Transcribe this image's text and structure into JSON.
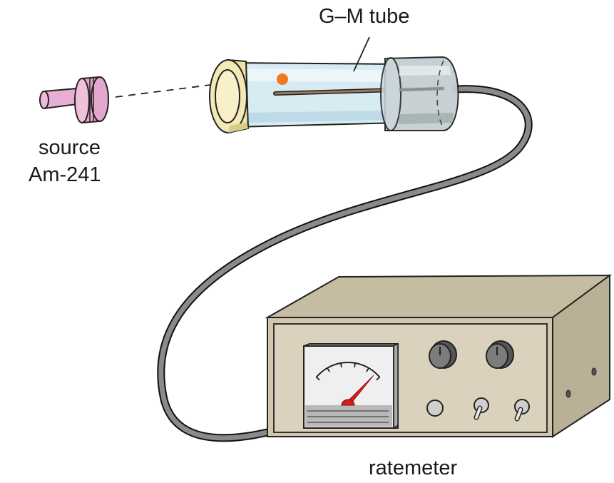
{
  "labels": {
    "gm_tube": "G–M tube",
    "source_line1": "source",
    "source_line2": "Am-241",
    "ratemeter": "ratemeter"
  },
  "components": {
    "source": {
      "name": "source",
      "isotope": "Am-241"
    },
    "gm_tube": {
      "name": "G–M tube"
    },
    "ratemeter": {
      "name": "ratemeter",
      "knobs": 2,
      "toggle_switches": 2,
      "indicator_lamps": 1
    }
  },
  "meter": {
    "needle_fraction": 0.92,
    "scale_ticks": 6
  },
  "colors": {
    "source": "#e9aed3",
    "window_cap": "#f0e6b0",
    "tube_glass": "#cfe6ee",
    "end_cap": "#c3cbcd",
    "cable": "#8a8a8a",
    "case": "#c8bfa6",
    "panel": "#d9d2bd",
    "needle": "#d71e1e",
    "particle": "#f07820",
    "anode": "#9a7a52"
  }
}
